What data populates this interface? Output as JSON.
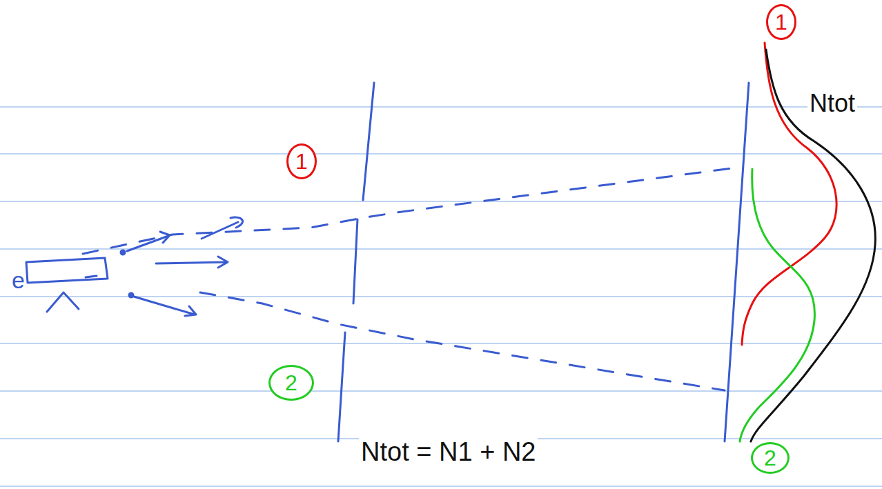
{
  "diagram": {
    "nodes": [
      {
        "text": [
          "1"
        ]
      },
      {
        "text": [
          "2"
        ]
      },
      {
        "text": [
          "1"
        ]
      },
      {
        "text": [
          "2"
        ]
      }
    ],
    "labels": [
      "e",
      "Ntot",
      "Ntot = N1 + N2"
    ]
  }
}
